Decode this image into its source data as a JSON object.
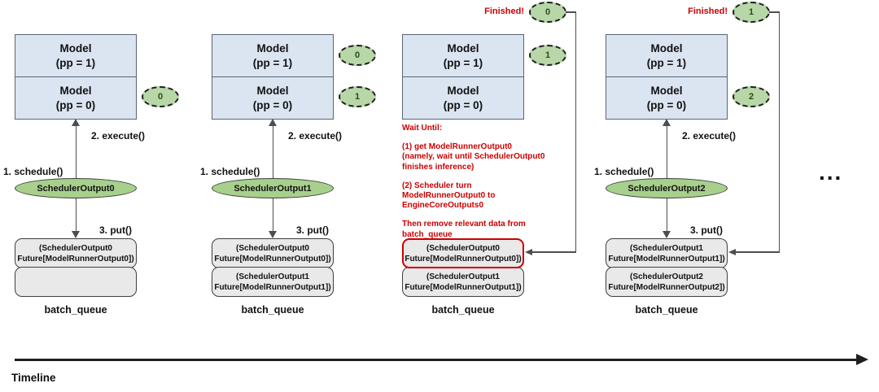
{
  "colors": {
    "model_box_fill": "#dbe5f1",
    "model_box_border": "#5a6474",
    "token_fill": "#b7d7a8",
    "scheduler_ellipse_fill": "#a8d08d",
    "queue_entry_fill": "#e9e9e9",
    "highlight_red": "#cc0000",
    "line": "#4d4d4d"
  },
  "panels": [
    {
      "model_rows": [
        "Model\n(pp = 1)",
        "Model\n(pp = 0)"
      ],
      "tokens": {
        "pp0": "0"
      },
      "labels": {
        "schedule": "1. schedule()",
        "execute": "2. execute()",
        "put": "3. put()"
      },
      "scheduler_output": "SchedulerOutput0",
      "queue": {
        "entries": [
          "(SchedulerOutput0\nFuture[ModelRunnerOutput0])",
          ""
        ],
        "label": "batch_queue"
      }
    },
    {
      "model_rows": [
        "Model\n(pp = 1)",
        "Model\n(pp = 0)"
      ],
      "tokens": {
        "pp1": "0",
        "pp0": "1"
      },
      "labels": {
        "schedule": "1. schedule()",
        "execute": "2. execute()",
        "put": "3. put()"
      },
      "scheduler_output": "SchedulerOutput1",
      "queue": {
        "entries": [
          "(SchedulerOutput0\nFuture[ModelRunnerOutput0])",
          "(SchedulerOutput1\nFuture[ModelRunnerOutput1])"
        ],
        "label": "batch_queue"
      }
    },
    {
      "finished": {
        "label": "Finished!",
        "token": "0"
      },
      "model_rows": [
        "Model\n(pp = 1)",
        "Model\n(pp = 0)"
      ],
      "tokens": {
        "pp1": "1"
      },
      "wait_text": {
        "title": "Wait Until:",
        "step1": "(1) get ModelRunnerOutput0\n(namely, wait until SchedulerOutput0\nfinishes inference)",
        "step2": "(2) Scheduler turn ModelRunnerOutput0 to\nEngineCoreOutputs0",
        "then": "Then remove relevant data from\nbatch_queue"
      },
      "queue": {
        "entries": [
          "(SchedulerOutput0\nFuture[ModelRunnerOutput0])",
          "(SchedulerOutput1\nFuture[ModelRunnerOutput1])"
        ],
        "highlighted_entry": 0,
        "label": "batch_queue"
      }
    },
    {
      "finished": {
        "label": "Finished!",
        "token": "1"
      },
      "model_rows": [
        "Model\n(pp = 1)",
        "Model\n(pp = 0)"
      ],
      "tokens": {
        "pp0": "2"
      },
      "labels": {
        "schedule": "1. schedule()",
        "execute": "2. execute()",
        "put": "3. put()"
      },
      "scheduler_output": "SchedulerOutput2",
      "queue": {
        "entries": [
          "(SchedulerOutput1\nFuture[ModelRunnerOutput1])",
          "(SchedulerOutput2\nFuture[ModelRunnerOutput2])"
        ],
        "label": "batch_queue"
      }
    }
  ],
  "ellipsis": "...",
  "timeline_label": "Timeline"
}
